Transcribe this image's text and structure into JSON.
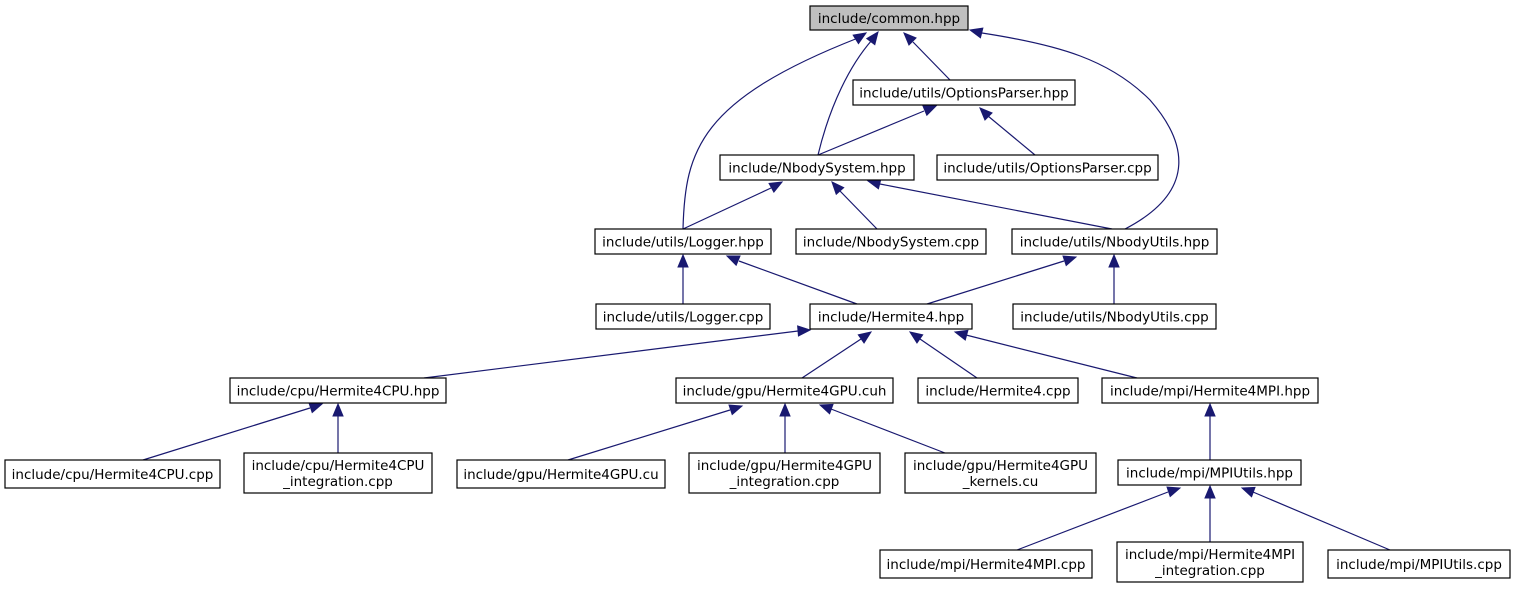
{
  "graph": {
    "nodes": [
      {
        "id": "common_hpp",
        "lines": [
          "include/common.hpp"
        ],
        "highlight": true
      },
      {
        "id": "options_parser_hpp",
        "lines": [
          "include/utils/OptionsParser.hpp"
        ]
      },
      {
        "id": "nbody_system_hpp",
        "lines": [
          "include/NbodySystem.hpp"
        ]
      },
      {
        "id": "options_parser_cpp",
        "lines": [
          "include/utils/OptionsParser.cpp"
        ]
      },
      {
        "id": "logger_hpp",
        "lines": [
          "include/utils/Logger.hpp"
        ]
      },
      {
        "id": "nbody_system_cpp",
        "lines": [
          "include/NbodySystem.cpp"
        ]
      },
      {
        "id": "nbody_utils_hpp",
        "lines": [
          "include/utils/NbodyUtils.hpp"
        ]
      },
      {
        "id": "logger_cpp",
        "lines": [
          "include/utils/Logger.cpp"
        ]
      },
      {
        "id": "hermite4_hpp",
        "lines": [
          "include/Hermite4.hpp"
        ]
      },
      {
        "id": "nbody_utils_cpp",
        "lines": [
          "include/utils/NbodyUtils.cpp"
        ]
      },
      {
        "id": "hermite4cpu_hpp",
        "lines": [
          "include/cpu/Hermite4CPU.hpp"
        ]
      },
      {
        "id": "hermite4gpu_cuh",
        "lines": [
          "include/gpu/Hermite4GPU.cuh"
        ]
      },
      {
        "id": "hermite4_cpp",
        "lines": [
          "include/Hermite4.cpp"
        ]
      },
      {
        "id": "hermite4mpi_hpp",
        "lines": [
          "include/mpi/Hermite4MPI.hpp"
        ]
      },
      {
        "id": "hermite4cpu_cpp",
        "lines": [
          "include/cpu/Hermite4CPU.cpp"
        ]
      },
      {
        "id": "hermite4cpu_integration_cpp",
        "lines": [
          "include/cpu/Hermite4CPU",
          "_integration.cpp"
        ]
      },
      {
        "id": "hermite4gpu_cu",
        "lines": [
          "include/gpu/Hermite4GPU.cu"
        ]
      },
      {
        "id": "hermite4gpu_integration_cpp",
        "lines": [
          "include/gpu/Hermite4GPU",
          "_integration.cpp"
        ]
      },
      {
        "id": "hermite4gpu_kernels_cu",
        "lines": [
          "include/gpu/Hermite4GPU",
          "_kernels.cu"
        ]
      },
      {
        "id": "mpiutils_hpp",
        "lines": [
          "include/mpi/MPIUtils.hpp"
        ]
      },
      {
        "id": "hermite4mpi_cpp",
        "lines": [
          "include/mpi/Hermite4MPI.cpp"
        ]
      },
      {
        "id": "hermite4mpi_integration_cpp",
        "lines": [
          "include/mpi/Hermite4MPI",
          "_integration.cpp"
        ]
      },
      {
        "id": "mpiutils_cpp",
        "lines": [
          "include/mpi/MPIUtils.cpp"
        ]
      }
    ],
    "edges": [
      {
        "from": "options_parser_hpp",
        "to": "common_hpp"
      },
      {
        "from": "nbody_system_hpp",
        "to": "common_hpp"
      },
      {
        "from": "logger_hpp",
        "to": "common_hpp"
      },
      {
        "from": "nbody_utils_hpp",
        "to": "common_hpp"
      },
      {
        "from": "nbody_system_hpp",
        "to": "options_parser_hpp"
      },
      {
        "from": "options_parser_cpp",
        "to": "options_parser_hpp"
      },
      {
        "from": "logger_hpp",
        "to": "nbody_system_hpp"
      },
      {
        "from": "nbody_system_cpp",
        "to": "nbody_system_hpp"
      },
      {
        "from": "nbody_utils_hpp",
        "to": "nbody_system_hpp"
      },
      {
        "from": "logger_cpp",
        "to": "logger_hpp"
      },
      {
        "from": "hermite4_hpp",
        "to": "logger_hpp"
      },
      {
        "from": "hermite4_hpp",
        "to": "nbody_utils_hpp"
      },
      {
        "from": "nbody_utils_cpp",
        "to": "nbody_utils_hpp"
      },
      {
        "from": "hermite4cpu_hpp",
        "to": "hermite4_hpp"
      },
      {
        "from": "hermite4gpu_cuh",
        "to": "hermite4_hpp"
      },
      {
        "from": "hermite4_cpp",
        "to": "hermite4_hpp"
      },
      {
        "from": "hermite4mpi_hpp",
        "to": "hermite4_hpp"
      },
      {
        "from": "hermite4cpu_cpp",
        "to": "hermite4cpu_hpp"
      },
      {
        "from": "hermite4cpu_integration_cpp",
        "to": "hermite4cpu_hpp"
      },
      {
        "from": "hermite4gpu_cu",
        "to": "hermite4gpu_cuh"
      },
      {
        "from": "hermite4gpu_integration_cpp",
        "to": "hermite4gpu_cuh"
      },
      {
        "from": "hermite4gpu_kernels_cu",
        "to": "hermite4gpu_cuh"
      },
      {
        "from": "mpiutils_hpp",
        "to": "hermite4mpi_hpp"
      },
      {
        "from": "hermite4mpi_cpp",
        "to": "mpiutils_hpp"
      },
      {
        "from": "hermite4mpi_integration_cpp",
        "to": "mpiutils_hpp"
      },
      {
        "from": "mpiutils_cpp",
        "to": "mpiutils_hpp"
      }
    ]
  },
  "colors": {
    "edge": "#191970",
    "node_border": "#000000",
    "node_fill": "#ffffff",
    "root_fill": "#bfbfbf"
  }
}
